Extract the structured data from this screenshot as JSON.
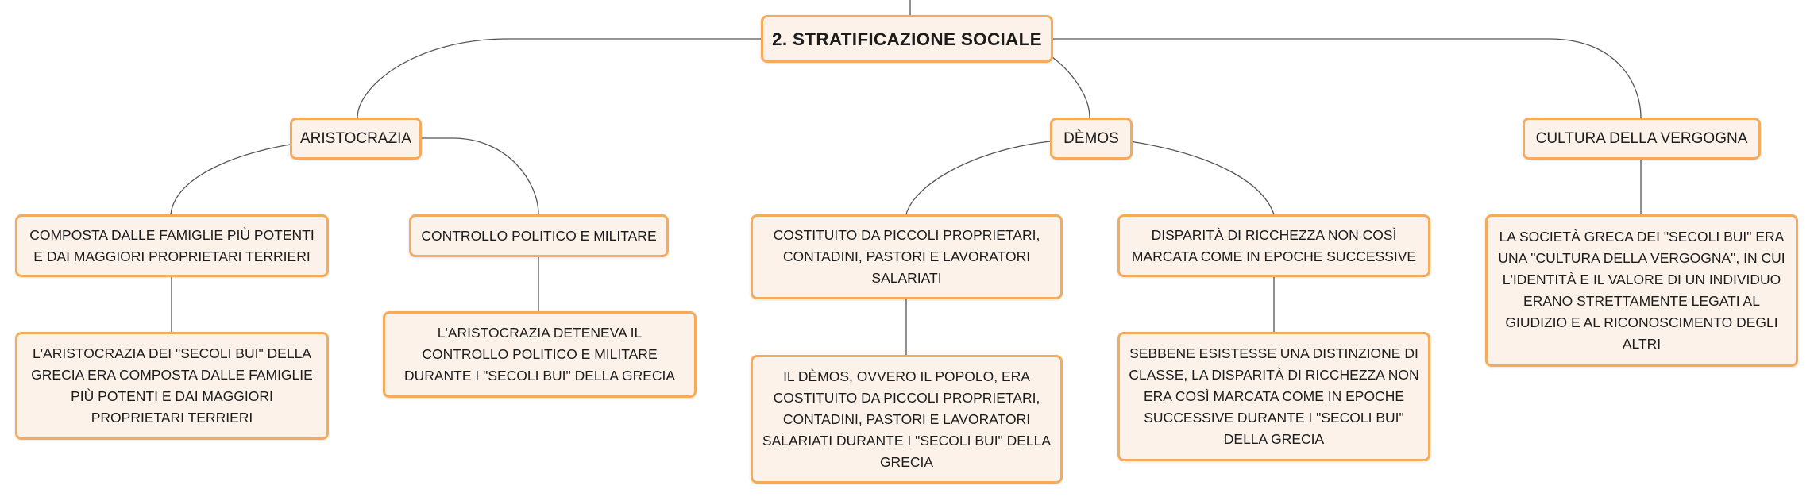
{
  "colors": {
    "node_fill": "#fdf2ea",
    "node_border": "#f4ac5c",
    "connector": "#555555"
  },
  "root": {
    "label": "2. STRATIFICAZIONE SOCIALE"
  },
  "branches": [
    {
      "label": "ARISTOCRAZIA",
      "children": [
        {
          "label": "COMPOSTA DALLE FAMIGLIE PIÙ POTENTI E DAI MAGGIORI PROPRIETARI TERRIERI",
          "detail": "L'ARISTOCRAZIA DEI \"SECOLI BUI\" DELLA GRECIA ERA COMPOSTA DALLE FAMIGLIE PIÙ POTENTI E DAI MAGGIORI PROPRIETARI TERRIERI"
        },
        {
          "label": "CONTROLLO POLITICO E MILITARE",
          "detail": "L'ARISTOCRAZIA DETENEVA IL CONTROLLO POLITICO E MILITARE DURANTE I \"SECOLI BUI\" DELLA GRECIA"
        }
      ]
    },
    {
      "label": "DÈMOS",
      "children": [
        {
          "label": "COSTITUITO DA PICCOLI PROPRIETARI, CONTADINI, PASTORI E LAVORATORI SALARIATI",
          "detail": "IL DÈMOS, OVVERO IL POPOLO, ERA COSTITUITO DA PICCOLI PROPRIETARI, CONTADINI, PASTORI E LAVORATORI SALARIATI DURANTE I \"SECOLI BUI\" DELLA GRECIA"
        },
        {
          "label": "DISPARITÀ DI RICCHEZZA NON COSÌ MARCATA COME IN EPOCHE SUCCESSIVE",
          "detail": "SEBBENE ESISTESSE UNA DISTINZIONE DI CLASSE, LA DISPARITÀ DI RICCHEZZA NON ERA COSÌ MARCATA COME IN EPOCHE SUCCESSIVE DURANTE I \"SECOLI BUI\" DELLA GRECIA"
        }
      ]
    },
    {
      "label": "CULTURA DELLA VERGOGNA",
      "children": [
        {
          "label": "LA SOCIETÀ GRECA DEI \"SECOLI BUI\" ERA UNA \"CULTURA DELLA VERGOGNA\", IN CUI L'IDENTITÀ E IL VALORE DI UN INDIVIDUO ERANO STRETTAMENTE LEGATI AL GIUDIZIO E AL RICONOSCIMENTO DEGLI ALTRI"
        }
      ]
    }
  ]
}
